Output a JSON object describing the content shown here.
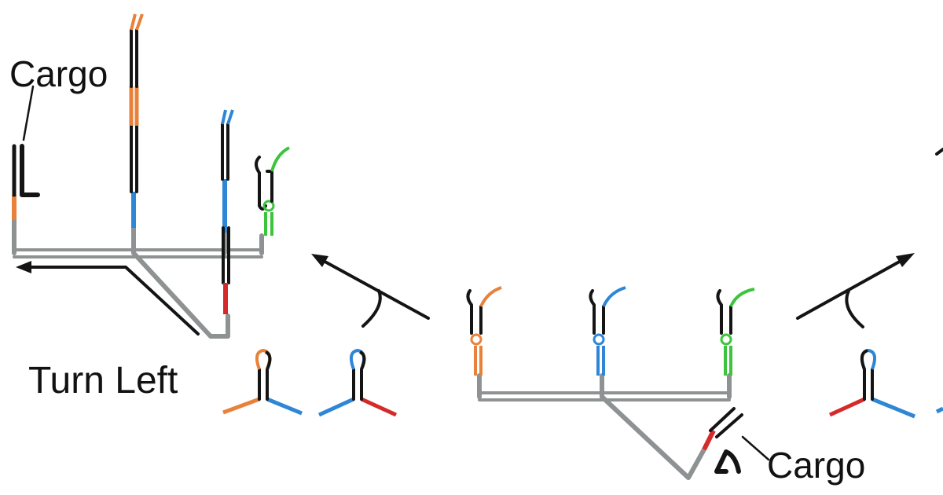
{
  "labels": {
    "cargo_top": "Cargo",
    "turn_left": "Turn Left",
    "cargo_bottom": "Cargo"
  },
  "colors": {
    "track": "#8e9292",
    "strand": "#141414",
    "orange": "#e8823a",
    "blue": "#2e86d6",
    "red": "#d62a2a",
    "green": "#3cc43c"
  }
}
